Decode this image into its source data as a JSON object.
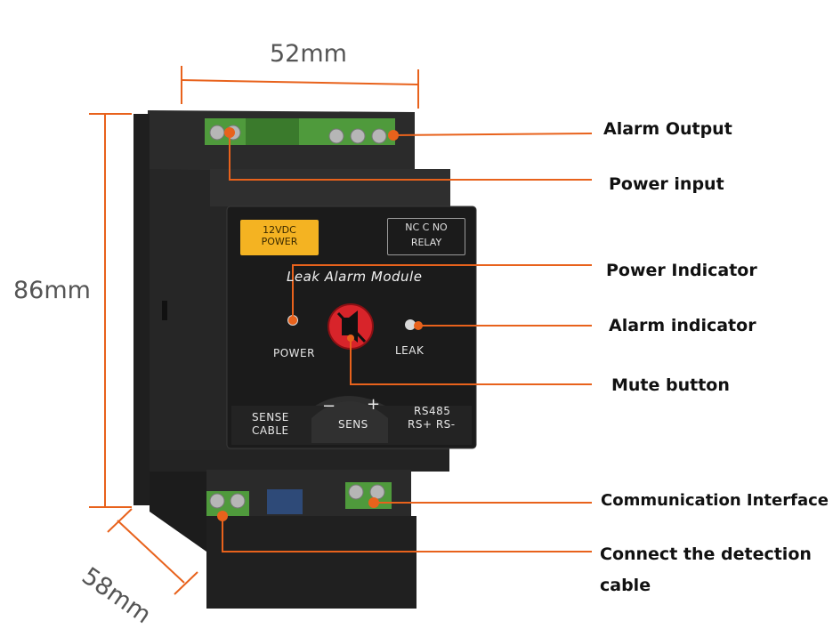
{
  "dimensions": {
    "width_label": "52mm",
    "height_label": "86mm",
    "depth_label": "58mm"
  },
  "device": {
    "power_tag_line1": "12VDC",
    "power_tag_line2": "POWER",
    "relay_line1": "NC  C  NO",
    "relay_line2": "RELAY",
    "title": "Leak Alarm Module",
    "power_led_label": "POWER",
    "leak_led_label": "LEAK",
    "sense_line1": "SENSE",
    "sense_line2": "CABLE",
    "sens_minus": "−",
    "sens_plus": "+",
    "sens_label": "SENS",
    "rs485_line1": "RS485",
    "rs485_line2": "RS+  RS-"
  },
  "callouts": {
    "alarm_output": "Alarm Output",
    "power_input": "Power input",
    "power_indicator": "Power Indicator",
    "alarm_indicator": "Alarm indicator",
    "mute_button": "Mute button",
    "communication_interface": "Communication Interface",
    "detection_cable_line1": "Connect the detection",
    "detection_cable_line2": "cable"
  },
  "colors": {
    "accent": "#e8621c",
    "body": "#2a2a2a",
    "panel": "#1e1e1e",
    "terminal": "#4f9a3c",
    "tag": "#f4b322",
    "mute": "#d8242a"
  }
}
